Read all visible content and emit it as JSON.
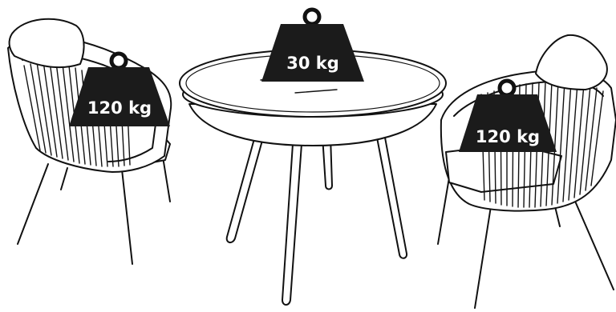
{
  "weights": {
    "left_chair": "120 kg",
    "table": "30 kg",
    "right_chair": "120 kg"
  },
  "colors": {
    "ink": "#111111",
    "weight_fill": "#1b1b1b",
    "label": "#ffffff",
    "background": "#ffffff"
  }
}
